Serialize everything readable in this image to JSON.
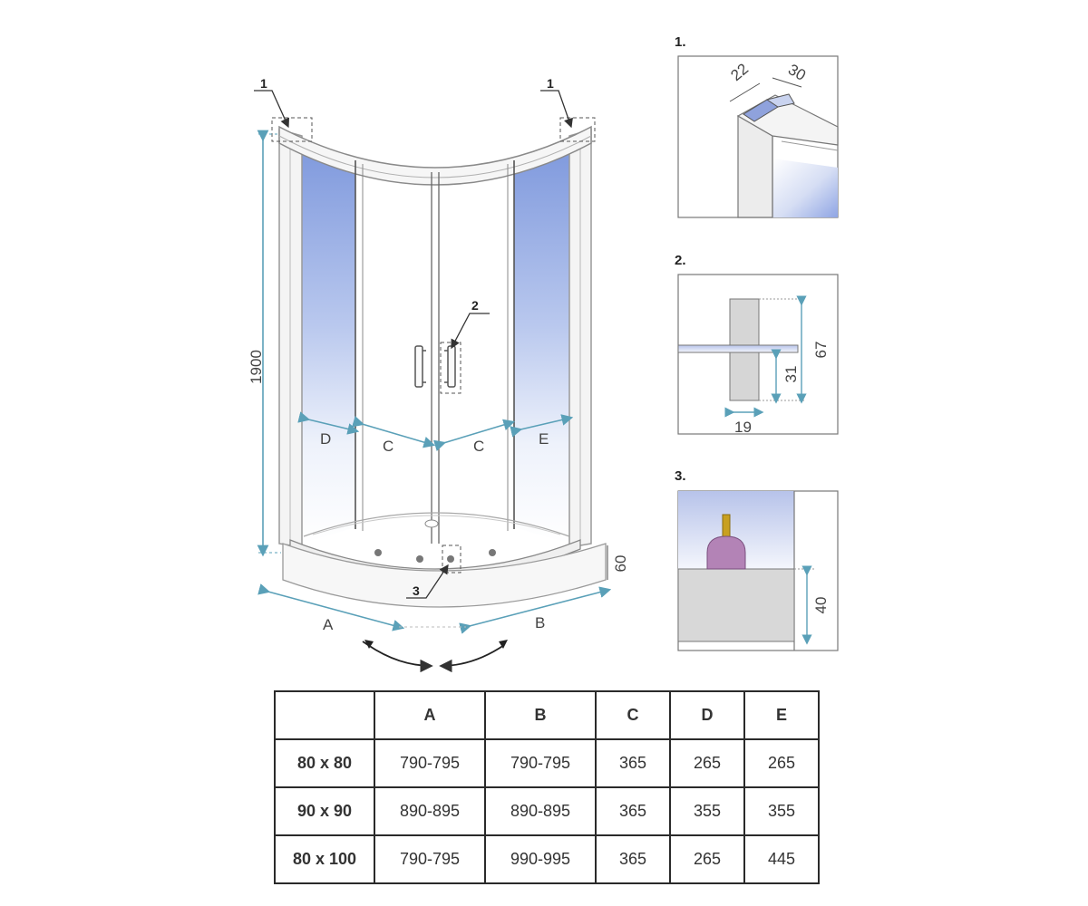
{
  "main_diagram": {
    "height_label": "1900",
    "tray_height_label": "60",
    "width_label_a": "A",
    "width_label_b": "B",
    "label_c": "C",
    "label_d": "D",
    "label_e": "E",
    "callout_1": "1",
    "callout_2": "2",
    "callout_3": "3"
  },
  "detail_1": {
    "title": "1.",
    "dim_a": "22",
    "dim_b": "30"
  },
  "detail_2": {
    "title": "2.",
    "dim_height": "67",
    "dim_lower": "31",
    "dim_width": "19"
  },
  "detail_3": {
    "title": "3.",
    "dim_height": "40"
  },
  "colors": {
    "glass": "#8fa7e0",
    "frame": "#d0d0d0",
    "dimension": "#6fb0c0",
    "roller": "#b383b6",
    "roller_stem": "#c8a020"
  },
  "table": {
    "headers": [
      "",
      "A",
      "B",
      "C",
      "D",
      "E"
    ],
    "rows": [
      [
        "80 x 80",
        "790-795",
        "790-795",
        "365",
        "265",
        "265"
      ],
      [
        "90 x 90",
        "890-895",
        "890-895",
        "365",
        "355",
        "355"
      ],
      [
        "80 x 100",
        "790-795",
        "990-995",
        "365",
        "265",
        "445"
      ]
    ]
  }
}
